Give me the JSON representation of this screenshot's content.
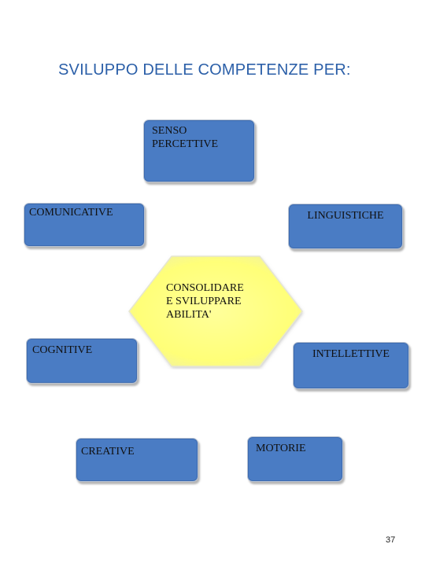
{
  "title": "SVILUPPO DELLE COMPETENZE PER:",
  "center": {
    "lines": [
      "CONSOLIDARE",
      "E SVILUPPARE",
      "ABILITA'"
    ],
    "fill_color": "#ffff8c"
  },
  "boxes": {
    "senso": [
      "SENSO",
      "PERCETTIVE"
    ],
    "comunicative": "COMUNICATIVE",
    "linguistiche": "LINGUISTICHE",
    "cognitive": "COGNITIVE",
    "intellettive": "INTELLETTIVE",
    "creative": "CREATIVE",
    "motorie": "MOTORIE"
  },
  "box_color": "#4a7cc4",
  "title_color": "#2b5fa8",
  "page_number": "37"
}
